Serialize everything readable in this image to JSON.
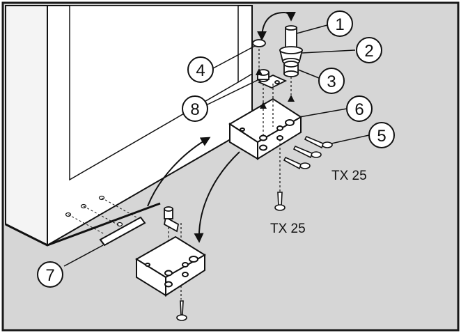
{
  "figure": {
    "callouts": [
      "1",
      "2",
      "3",
      "4",
      "5",
      "6",
      "7",
      "8"
    ],
    "torx_labels": [
      "TX 25",
      "TX 25"
    ],
    "colors": {
      "background": "#d6d6d6",
      "frame": "#1a1a1a",
      "appliance_side": "#ffffff",
      "appliance_front": "#ededed",
      "line": "#111111"
    }
  }
}
